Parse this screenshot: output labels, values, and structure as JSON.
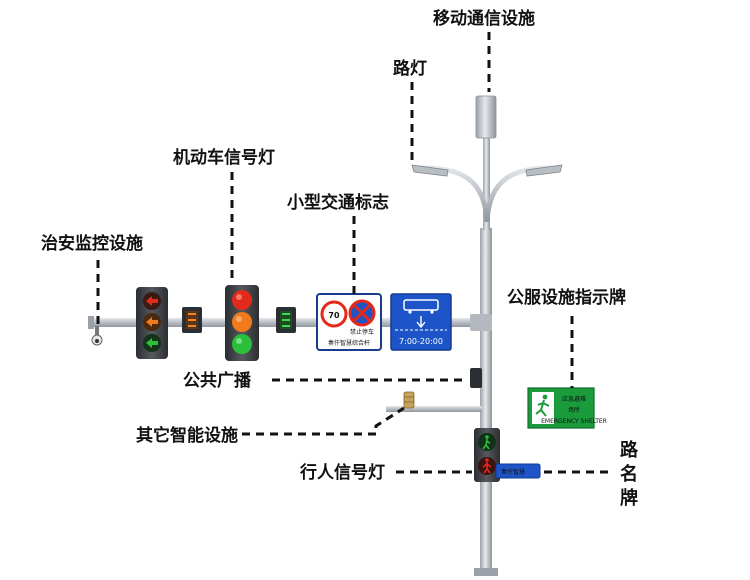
{
  "labels": {
    "mobile": "移动通信设施",
    "streetlight": "路灯",
    "vehicle_signal": "机动车信号灯",
    "small_sign": "小型交通标志",
    "security": "治安监控设施",
    "public_service_sign": "公服设施指示牌",
    "broadcast": "公共广播",
    "other_smart": "其它智能设施",
    "pedestrian_signal": "行人信号灯",
    "road_name_chars": [
      "路",
      "名",
      "牌"
    ]
  },
  "signs": {
    "speed_limit": "70",
    "no_parking_text": "禁止停车",
    "brand_plate": "奏仟智慧综合杆",
    "bus_lane_time": "7:00-20:00",
    "emergency_line1": "应急避难",
    "emergency_line2": "场所",
    "emergency_en": "EMERGENCY SHELTER",
    "road_plate": "奏仟智慧"
  },
  "colors": {
    "pole": "#c9ced3",
    "red": "#e32a1a",
    "amber": "#f07a1c",
    "green": "#2bbf3b",
    "bus_blue": "#1d55c8",
    "sign_green": "#1a9b3c"
  }
}
